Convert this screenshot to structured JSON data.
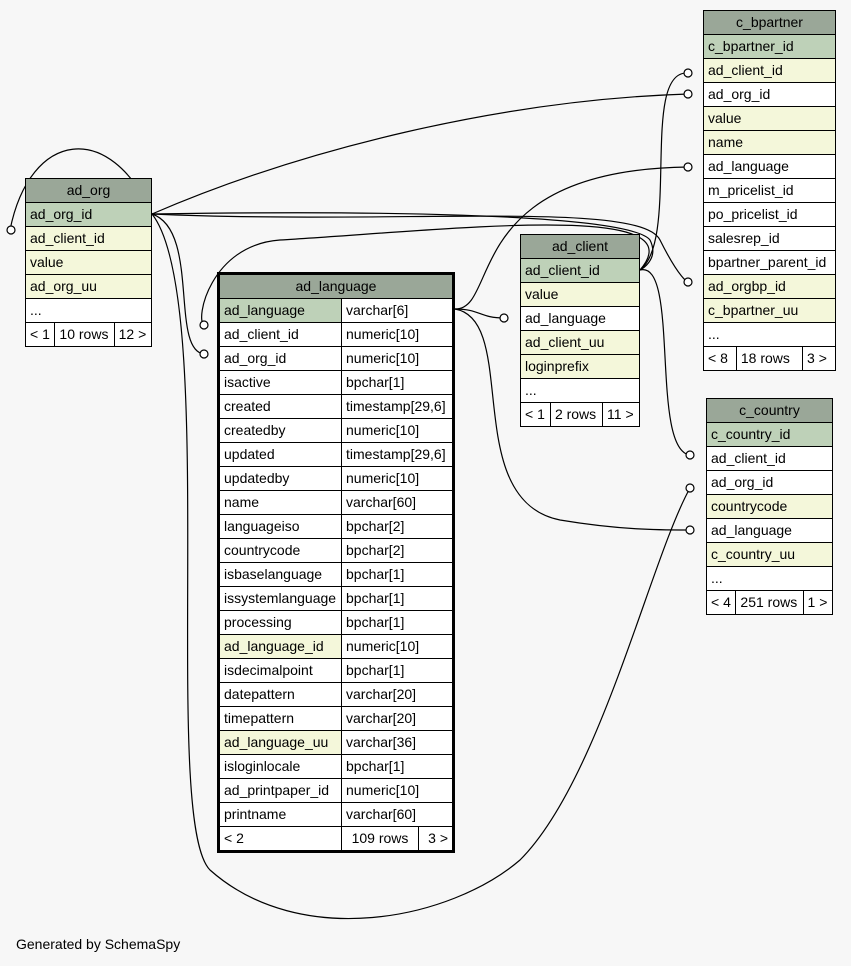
{
  "footer": "Generated by SchemaSpy",
  "tables": {
    "ad_org": {
      "title": "ad_org",
      "rows": [
        "ad_org_id",
        "ad_client_id",
        "value",
        "ad_org_uu",
        "..."
      ],
      "nav_prev": "< 1",
      "nav_rows": "10 rows",
      "nav_next": "12 >"
    },
    "ad_language": {
      "title": "ad_language",
      "rows": [
        [
          "ad_language",
          "varchar[6]"
        ],
        [
          "ad_client_id",
          "numeric[10]"
        ],
        [
          "ad_org_id",
          "numeric[10]"
        ],
        [
          "isactive",
          "bpchar[1]"
        ],
        [
          "created",
          "timestamp[29,6]"
        ],
        [
          "createdby",
          "numeric[10]"
        ],
        [
          "updated",
          "timestamp[29,6]"
        ],
        [
          "updatedby",
          "numeric[10]"
        ],
        [
          "name",
          "varchar[60]"
        ],
        [
          "languageiso",
          "bpchar[2]"
        ],
        [
          "countrycode",
          "bpchar[2]"
        ],
        [
          "isbaselanguage",
          "bpchar[1]"
        ],
        [
          "issystemlanguage",
          "bpchar[1]"
        ],
        [
          "processing",
          "bpchar[1]"
        ],
        [
          "ad_language_id",
          "numeric[10]"
        ],
        [
          "isdecimalpoint",
          "bpchar[1]"
        ],
        [
          "datepattern",
          "varchar[20]"
        ],
        [
          "timepattern",
          "varchar[20]"
        ],
        [
          "ad_language_uu",
          "varchar[36]"
        ],
        [
          "isloginlocale",
          "bpchar[1]"
        ],
        [
          "ad_printpaper_id",
          "numeric[10]"
        ],
        [
          "printname",
          "varchar[60]"
        ]
      ],
      "nav_prev": "< 2",
      "nav_rows": "109 rows",
      "nav_next": "3 >"
    },
    "ad_client": {
      "title": "ad_client",
      "rows": [
        "ad_client_id",
        "value",
        "ad_language",
        "ad_client_uu",
        "loginprefix",
        "..."
      ],
      "nav_prev": "< 1",
      "nav_rows": "2 rows",
      "nav_next": "11 >"
    },
    "c_bpartner": {
      "title": "c_bpartner",
      "rows": [
        "c_bpartner_id",
        "ad_client_id",
        "ad_org_id",
        "value",
        "name",
        "ad_language",
        "m_pricelist_id",
        "po_pricelist_id",
        "salesrep_id",
        "bpartner_parent_id",
        "ad_orgbp_id",
        "c_bpartner_uu",
        "..."
      ],
      "nav_prev": "< 8",
      "nav_rows": "18 rows",
      "nav_next": "3 >"
    },
    "c_country": {
      "title": "c_country",
      "rows": [
        "c_country_id",
        "ad_client_id",
        "ad_org_id",
        "countrycode",
        "ad_language",
        "c_country_uu",
        "..."
      ],
      "nav_prev": "< 4",
      "nav_rows": "251 rows",
      "nav_next": "1 >"
    }
  }
}
